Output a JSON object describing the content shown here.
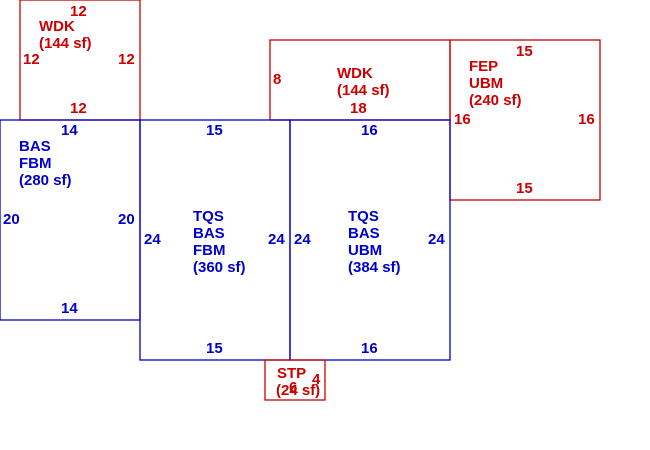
{
  "areas": [
    {
      "id": "wdk-left",
      "color": "red",
      "lines": [
        "WDK",
        "(144 sf)"
      ],
      "dims": {
        "top": "12",
        "left": "12",
        "right": "12",
        "bottom": "12"
      }
    },
    {
      "id": "wdk-center",
      "color": "red",
      "lines": [
        "WDK",
        "(144 sf)"
      ],
      "dims": {
        "left": "8",
        "bottom": "18"
      }
    },
    {
      "id": "fep",
      "color": "red",
      "lines": [
        "FEP",
        "UBM",
        "(240 sf)"
      ],
      "dims": {
        "top": "15",
        "left": "16",
        "right": "16",
        "bottom": "15"
      }
    },
    {
      "id": "bas-fbm",
      "color": "blue",
      "lines": [
        "BAS",
        "FBM",
        "(280 sf)"
      ],
      "dims": {
        "top": "14",
        "left": "20",
        "right": "20",
        "bottom": "14"
      }
    },
    {
      "id": "tqs-fbm",
      "color": "blue",
      "lines": [
        "TQS",
        "BAS",
        "FBM",
        "(360 sf)"
      ],
      "dims": {
        "top": "15",
        "left": "24",
        "right": "24",
        "bottom": "15"
      }
    },
    {
      "id": "tqs-ubm",
      "color": "blue",
      "lines": [
        "TQS",
        "BAS",
        "UBM",
        "(384 sf)"
      ],
      "dims": {
        "top": "16",
        "left": "24",
        "right": "24",
        "bottom": "16"
      }
    },
    {
      "id": "stp",
      "color": "red",
      "lines": [
        "STP",
        "(24 sf)"
      ],
      "dims": {
        "left": "6",
        "right": "4"
      }
    }
  ]
}
